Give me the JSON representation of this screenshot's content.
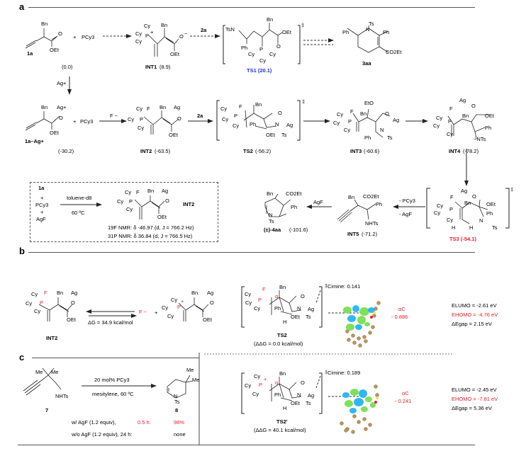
{
  "panels": {
    "a": "a",
    "b": "b",
    "c": "c"
  },
  "panel_a": {
    "row1": {
      "sm_1a": {
        "label": "1a",
        "energy": "(0.0)",
        "subst": [
          "Bn",
          "O",
          "OEt"
        ]
      },
      "plus": "+",
      "pcy3": "PCy3",
      "int1": {
        "label": "INT1",
        "energy": "(8.9)",
        "atoms": [
          "Cy",
          "Cy",
          "Cy",
          "P",
          "+",
          "Bn",
          "O",
          "−",
          "OEt"
        ]
      },
      "arrow_2a": "2a",
      "ts1": {
        "label": "TS1 (20.1)",
        "color": "#1f2ee0",
        "atoms": [
          "TsN",
          "Ph",
          "Bn",
          "OEt",
          "O",
          "P",
          "Cy",
          "Cy",
          "Cy"
        ],
        "dagger": "‡"
      },
      "product_3aa": {
        "label": "3aa",
        "atoms": [
          "Ph",
          "Ts",
          "N",
          "Ph",
          "CO2Et"
        ]
      }
    },
    "ag_arrow": "Ag+",
    "row2": {
      "sm": {
        "label": "1a–Ag+",
        "energy": "(-30.2)",
        "atoms": [
          "Bn",
          "Ag+",
          "O",
          "OEt"
        ]
      },
      "plus": "+",
      "pcy3": "PCy3",
      "f_arrow": "F −",
      "int2": {
        "label": "INT2",
        "energy": "(-63.5)",
        "atoms": [
          "Cy",
          "F",
          "Cy",
          "P",
          "Cy",
          "Bn",
          "Ag",
          "O",
          "OEt"
        ]
      },
      "arrow_2a": "2a",
      "ts2": {
        "label": "TS2",
        "energy": "(-56.2)",
        "atoms": [
          "Cy",
          "F",
          "P",
          "Cy",
          "Cy",
          "Bn",
          "O",
          "Ph",
          "N",
          "Ag",
          "OEt",
          "Ts"
        ],
        "dagger": "‡"
      },
      "int3": {
        "label": "INT3",
        "energy": "(-60.6)",
        "atoms": [
          "EtO",
          "Cy",
          "F",
          "Bn",
          "O",
          "Ag",
          "Cy",
          "P",
          "Cy",
          "Ph",
          "N",
          "Ts"
        ]
      },
      "int4": {
        "label": "INT4",
        "energy": "(-78.2)",
        "atoms": [
          "Ag",
          "O",
          "F",
          "Bn",
          "OEt",
          "Cy",
          "P",
          "Cy",
          "Cy",
          "Ph",
          "−NTs"
        ]
      }
    },
    "row3": {
      "box": {
        "reagents": [
          "1a",
          "+",
          "PCy3",
          "+",
          "AgF"
        ],
        "conditions_top": "toluene-d8",
        "conditions_bottom": "60 ºC",
        "product_label": "INT2",
        "atoms": [
          "Cy",
          "F",
          "Bn",
          "Ag",
          "Cy",
          "P",
          "O",
          "Cy",
          "OEt"
        ],
        "nmr": [
          "19F NMR: δ -46.97 (d, J = 766.2 Hz)",
          "31P NMR: δ 36.84 (d, J = 766.5 Hz)"
        ]
      },
      "product_4aa": {
        "label": "(±)-4aa",
        "energy": "(-101.6)",
        "atoms": [
          "Bn",
          "CO2Et",
          "Ph",
          "N",
          "Ts"
        ]
      },
      "agf_arrow": "AgF",
      "int5": {
        "label": "INT5",
        "energy": "(-71.2)",
        "atoms": [
          "Bn",
          "CO2Et",
          "Ph",
          "NHTs"
        ]
      },
      "elim_arrow": [
        "- PCy3",
        "- AgF"
      ],
      "ts3": {
        "label": "TS3 (-54.1)",
        "color": "#e8202a",
        "atoms": [
          "Ag",
          "O",
          "F",
          "Bn",
          "OEt",
          "Cy",
          "P",
          "Cy",
          "Cy",
          "Ph",
          "H",
          "H",
          "N",
          "Ts"
        ],
        "dagger": "‡"
      }
    }
  },
  "panel_b": {
    "int2": {
      "label": "INT2",
      "atoms": [
        "Cy",
        "F",
        "Bn",
        "Ag",
        "Cy",
        "P",
        "O",
        "Cy",
        "OEt"
      ]
    },
    "equilibrium": "ΔG = 34.9 kcal/mol",
    "fluoride": "F −",
    "plus": "+",
    "cation": {
      "atoms": [
        "Cy",
        "P",
        "+",
        "Bn",
        "Ag",
        "Cy",
        "O",
        "Cy",
        "OEt"
      ]
    },
    "ts2": {
      "label": "TS2",
      "energy": "(ΔΔG = 0.0  kcal/mol)",
      "alpha": "α",
      "atoms": [
        "Cy",
        "F",
        "P",
        "Bn",
        "Cy",
        "Cy",
        "O",
        "Ph",
        "N",
        "Ag",
        "H",
        "OEt",
        "Ts"
      ],
      "dagger": "‡"
    },
    "ts2_mo": {
      "c_imine": "Cimine: 0.141",
      "alpha_c": "αC",
      "alpha_val": "- 0.886",
      "e_lumo": "ELUMO = -2.61 eV",
      "e_homo": "EHOMO = -4.76 eV",
      "e_gap": "ΔEgap  =  2.15 eV"
    },
    "ts2p": {
      "label": "TS2'",
      "energy": "(ΔΔG = 40.1 kcal/mol)",
      "alpha": "α",
      "atoms": [
        "Cy",
        "P",
        "+",
        "Bn",
        "Cy",
        "Cy",
        "O",
        "Ph",
        "N",
        "Ag",
        "H",
        "OEt",
        "Ts"
      ],
      "dagger": "‡"
    },
    "ts2p_mo": {
      "c_imine": "Cimine: 0.189",
      "alpha_c": "αC",
      "alpha_val": "- 0.241",
      "e_lumo": "ELUMO = -2.45 eV",
      "e_homo": "EHOMO = -7.81 eV",
      "e_gap": "ΔEgap  =  5.36 eV"
    }
  },
  "panel_c": {
    "sm": {
      "label": "7",
      "atoms": [
        "Me",
        "Me",
        "NHTs"
      ]
    },
    "conditions_top": "20 mol% PCy3",
    "conditions_bottom": "mesitylene, 60 ºC",
    "product": {
      "label": "8",
      "atoms": [
        "Me",
        "Me",
        "N",
        "Ts"
      ]
    },
    "results": [
      {
        "condition": "w/  AgF (1.2 equiv),",
        "time": "0.5 h:",
        "yield": "98%"
      },
      {
        "condition": "w/o AgF (1.2 equiv), 24 h:",
        "time": "",
        "yield": "none"
      }
    ]
  },
  "colors": {
    "highlight_red": "#e8202a",
    "highlight_blue": "#1f2ee0",
    "mo_green": "#7fe05a",
    "mo_cyan": "#2fb8f0",
    "atom_tan": "#b8955a"
  }
}
